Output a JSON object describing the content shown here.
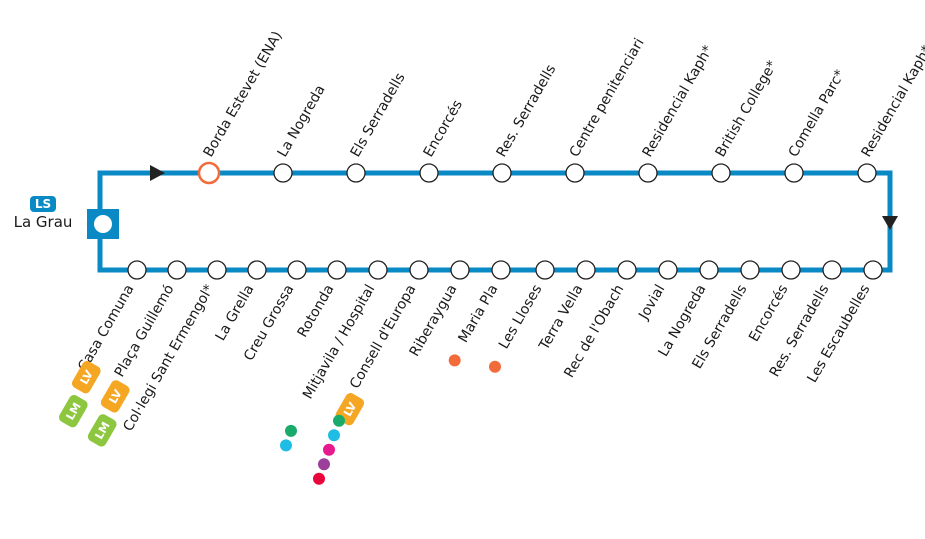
{
  "terminal": {
    "line_badge": "LS",
    "name": "La Grau"
  },
  "colors": {
    "line": "#0a8ac4",
    "current_station": "#f26b3a",
    "LV": "#f5a623",
    "LM": "#8dc63f",
    "LS": "#0a8ac4"
  },
  "top_stations": [
    {
      "name": "Borda Estevet (ENA)",
      "current": true
    },
    {
      "name": "La Nogreda"
    },
    {
      "name": "Els Serradells"
    },
    {
      "name": "Encorcés"
    },
    {
      "name": "Res. Serradells"
    },
    {
      "name": "Centre penitenciari"
    },
    {
      "name": "Residencial Kaph*"
    },
    {
      "name": "British College*"
    },
    {
      "name": "Comella Parc*"
    },
    {
      "name": "Residencial Kaph*"
    }
  ],
  "bottom_stations": [
    {
      "name": "Casa Comuna",
      "badges": [
        "LV",
        "LM"
      ],
      "dots": []
    },
    {
      "name": "Plaça Guillemó",
      "badges": [
        "LV",
        "LM"
      ],
      "dots": []
    },
    {
      "name": "Col·legi Sant Ermengol*",
      "badges": [],
      "dots": []
    },
    {
      "name": "La Grella",
      "badges": [],
      "dots": []
    },
    {
      "name": "Creu Grossa",
      "badges": [],
      "dots": []
    },
    {
      "name": "Rotonda",
      "badges": [],
      "dots": []
    },
    {
      "name": "Mitjavila / Hospital",
      "badges": [],
      "dots": [
        "#1aab6b",
        "#1fbde6"
      ]
    },
    {
      "name": "Consell d'Europa",
      "badges": [
        "LV"
      ],
      "dots": [
        "#1aab6b",
        "#1fbde6",
        "#e6198f",
        "#9b3f9b",
        "#e8063c"
      ]
    },
    {
      "name": "Riberaygua",
      "badges": [],
      "dots": []
    },
    {
      "name": "Maria Pla",
      "badges": [],
      "dots": [
        "#f26b3a"
      ]
    },
    {
      "name": "Les Lloses",
      "badges": [],
      "dots": [
        "#f26b3a"
      ]
    },
    {
      "name": "Terra Vella",
      "badges": [],
      "dots": []
    },
    {
      "name": "Rec de l'Obach",
      "badges": [],
      "dots": []
    },
    {
      "name": "Jovial",
      "badges": [],
      "dots": []
    },
    {
      "name": "La Nogreda",
      "badges": [],
      "dots": []
    },
    {
      "name": "Els Serradells",
      "badges": [],
      "dots": []
    },
    {
      "name": "Encorcés",
      "badges": [],
      "dots": []
    },
    {
      "name": "Res. Serradells",
      "badges": [],
      "dots": []
    },
    {
      "name": "Les Escaubelles",
      "badges": [],
      "dots": []
    }
  ]
}
